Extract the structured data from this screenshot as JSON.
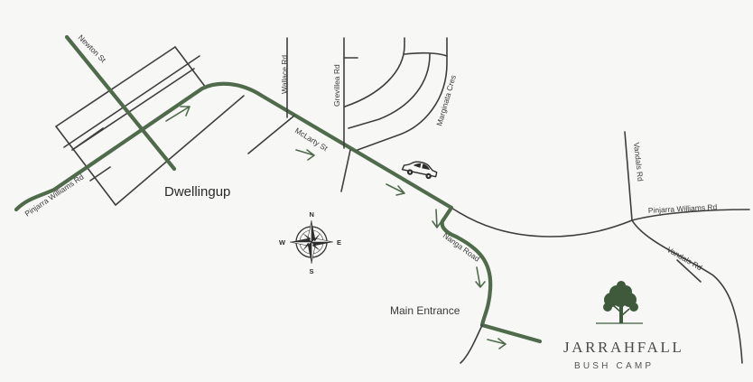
{
  "town": {
    "name": "Dwellingup"
  },
  "roads": {
    "newton_st": "Newton St",
    "wallace_rd": "Wallace Rd",
    "grevillea_rd": "Grevillea Rd",
    "marginata_cres": "Marginata Cres",
    "mclarty_st": "McLarty St",
    "pinjarra_williams_rd_west": "Pinjarra Williams Rd",
    "pinjarra_williams_rd_east": "Pinjarra Williams Rd",
    "vandals_rd_north": "Vandals Rd",
    "vandals_rd_south": "Vandals Rd",
    "nanga_road": "Nanga Road"
  },
  "entrance": {
    "label": "Main Entrance"
  },
  "compass": {
    "n": "N",
    "s": "S",
    "e": "E",
    "w": "W"
  },
  "logo": {
    "title": "JARRAHFALL",
    "subtitle": "BUSH CAMP"
  },
  "colors": {
    "route": "#4f6b4c",
    "roads": "#3e3e3e",
    "background": "#f7f7f6"
  },
  "icons": {
    "vehicle": "car-icon",
    "compass": "compass-rose-icon",
    "logo": "tree-icon"
  }
}
